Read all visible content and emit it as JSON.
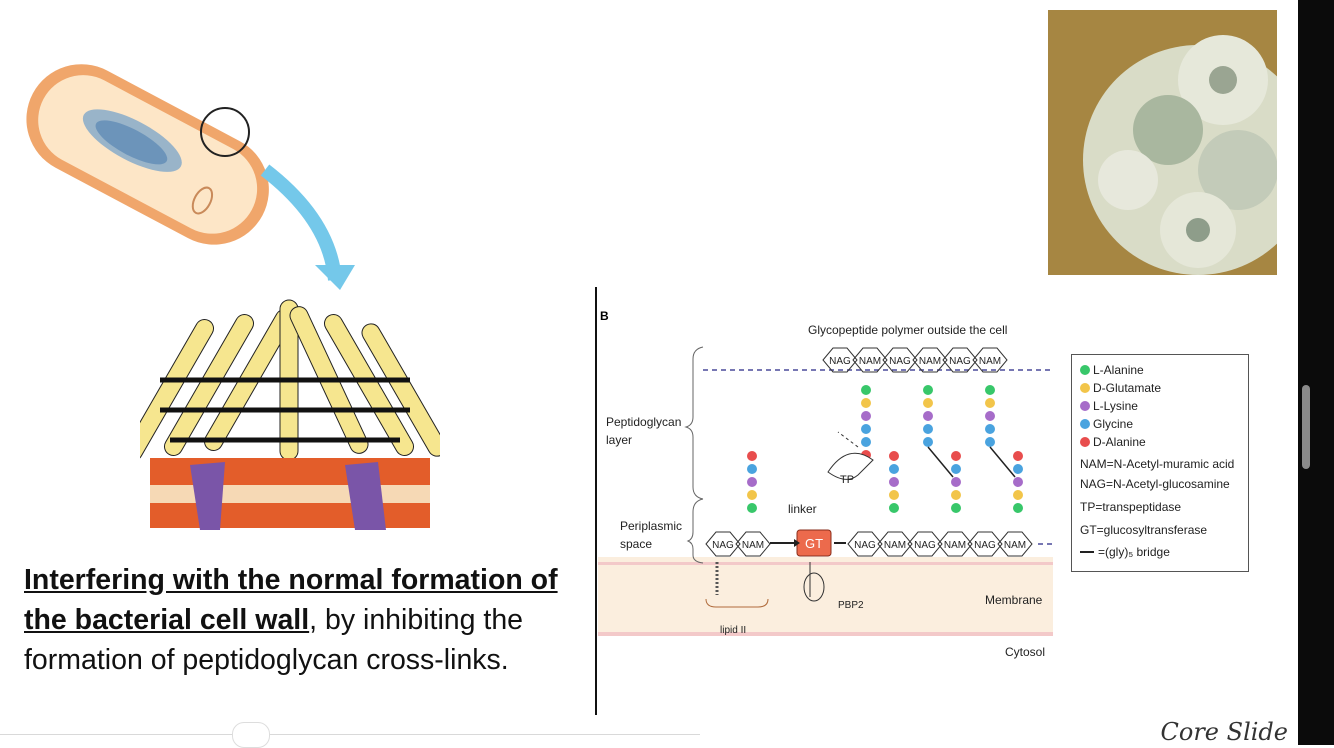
{
  "caption": {
    "line_bold": "Interfering with the normal formation of the bacterial cell wall",
    "comma": ",",
    "line_rest": "by inhibiting the formation of peptidoglycan cross-links."
  },
  "diagram": {
    "panel_label": "B",
    "top_label": "Glycopeptide polymer outside the cell",
    "peptidoglycan_label_1": "Peptidoglycan",
    "peptidoglycan_label_2": "layer",
    "periplasmic_label_1": "Periplasmic",
    "periplasmic_label_2": "space",
    "membrane_label": "Membrane",
    "cytosol_label": "Cytosol",
    "lipid_label": "lipid II",
    "linker_label": "linker",
    "tp_label": "TP",
    "gt_label": "GT",
    "pbp_label": "PBP2",
    "nag": "NAG",
    "nam": "NAM"
  },
  "legend": {
    "items": [
      {
        "label": "L-Alanine",
        "color": "#38c76a"
      },
      {
        "label": "D-Glutamate",
        "color": "#f2c54a"
      },
      {
        "label": "L-Lysine",
        "color": "#a66cc9"
      },
      {
        "label": "Glycine",
        "color": "#4aa3df"
      },
      {
        "label": "D-Alanine",
        "color": "#e84d4d"
      }
    ],
    "nam_def": "NAM=N-Acetyl-muramic acid",
    "nag_def": "NAG=N-Acetyl-glucosamine",
    "tp_def": "TP=transpeptidase",
    "gt_def": "GT=glucosyltransferase",
    "bridge_def": "=(gly)₅ bridge"
  },
  "footer": {
    "brand": "Core Slide"
  }
}
